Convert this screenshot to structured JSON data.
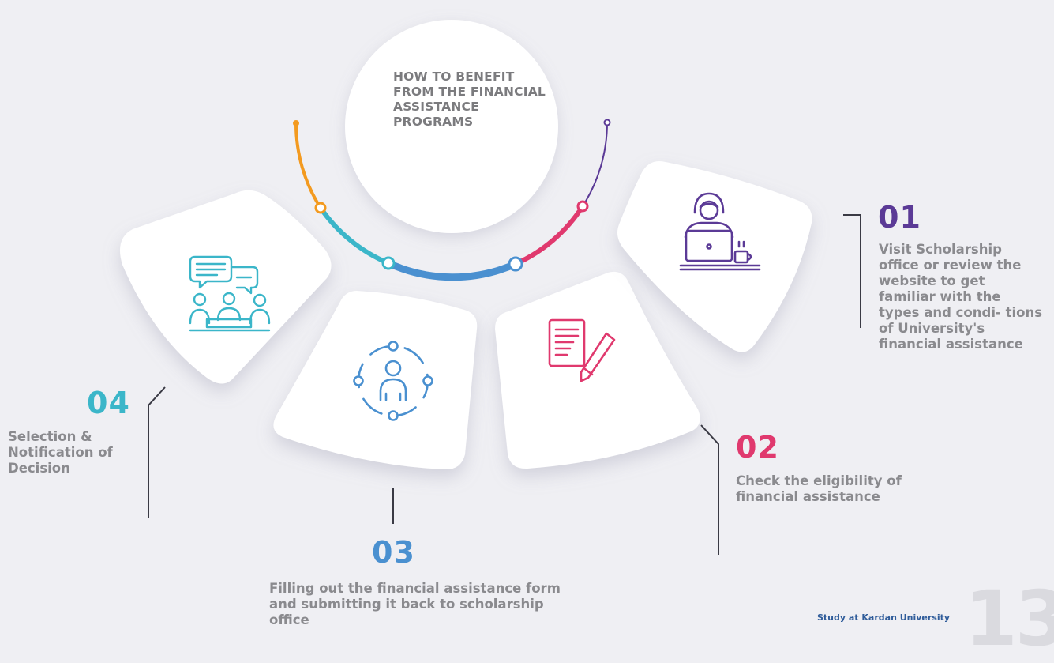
{
  "title": "HOW TO BENEFIT FROM THE FINANCIAL ASSISTANCE PROGRAMS",
  "steps": [
    {
      "number": "01",
      "text": "Visit Scholarship office or review the website to get familiar with the types and condi- tions of University's financial assistance",
      "color": "#5b3a96",
      "icon": "person-laptop-icon"
    },
    {
      "number": "02",
      "text": "Check the eligibility of financial assistance",
      "color": "#e0396e",
      "icon": "document-pen-icon"
    },
    {
      "number": "03",
      "text": "Filling out the financial assistance form and submitting it back to scholarship office",
      "color": "#4a90d0",
      "icon": "person-network-icon"
    },
    {
      "number": "04",
      "text": "Selection & Notification of Decision",
      "color": "#3bb6c9",
      "icon": "meeting-chat-icon"
    }
  ],
  "footer": {
    "brand": "Study at Kardan University",
    "page_number": "13"
  }
}
